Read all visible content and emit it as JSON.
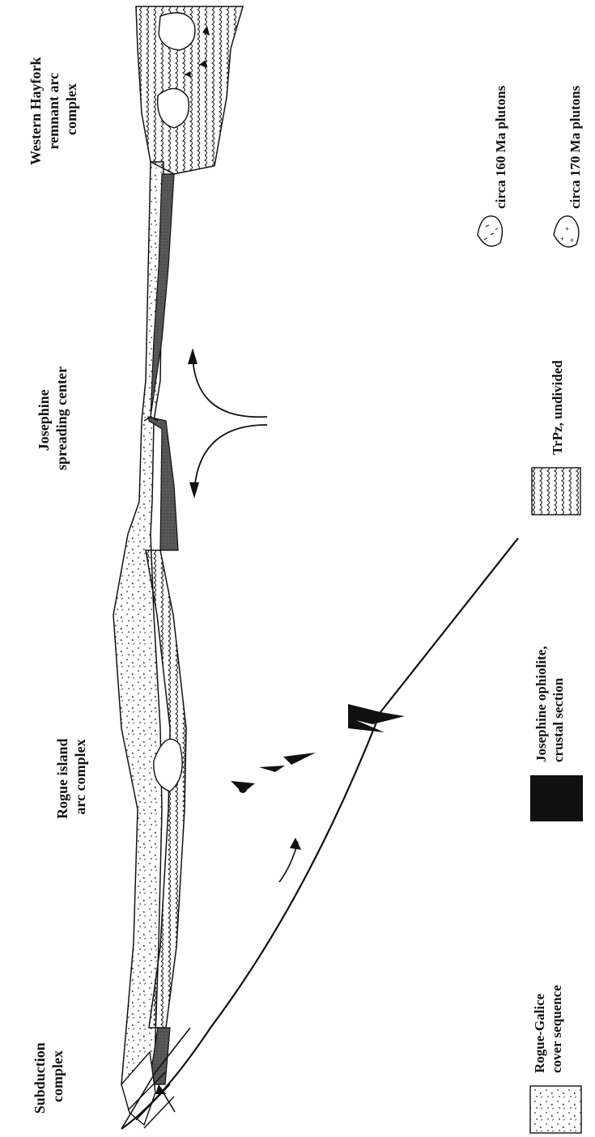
{
  "labels": {
    "western_hayfork": [
      "Western Hayfork",
      "remnant arc",
      "complex"
    ],
    "josephine_spreading": [
      "Josephine",
      "spreading center"
    ],
    "rogue_island": [
      "Rogue island",
      "arc complex"
    ],
    "subduction": [
      "Subduction",
      "complex"
    ]
  },
  "legend": {
    "pluton_160": "circa 160 Ma plutons",
    "pluton_170": "circa 170 Ma plutons",
    "trpz": "TrPz, undivided",
    "josephine_ophiolite": [
      "Josephine ophiolite,",
      "crustal section"
    ],
    "rogue_galice": [
      "Rogue-Galice",
      "cover sequence"
    ]
  },
  "colors": {
    "ink": "#111111",
    "ophiolite_fill": "#555555",
    "paper": "#ffffff"
  }
}
